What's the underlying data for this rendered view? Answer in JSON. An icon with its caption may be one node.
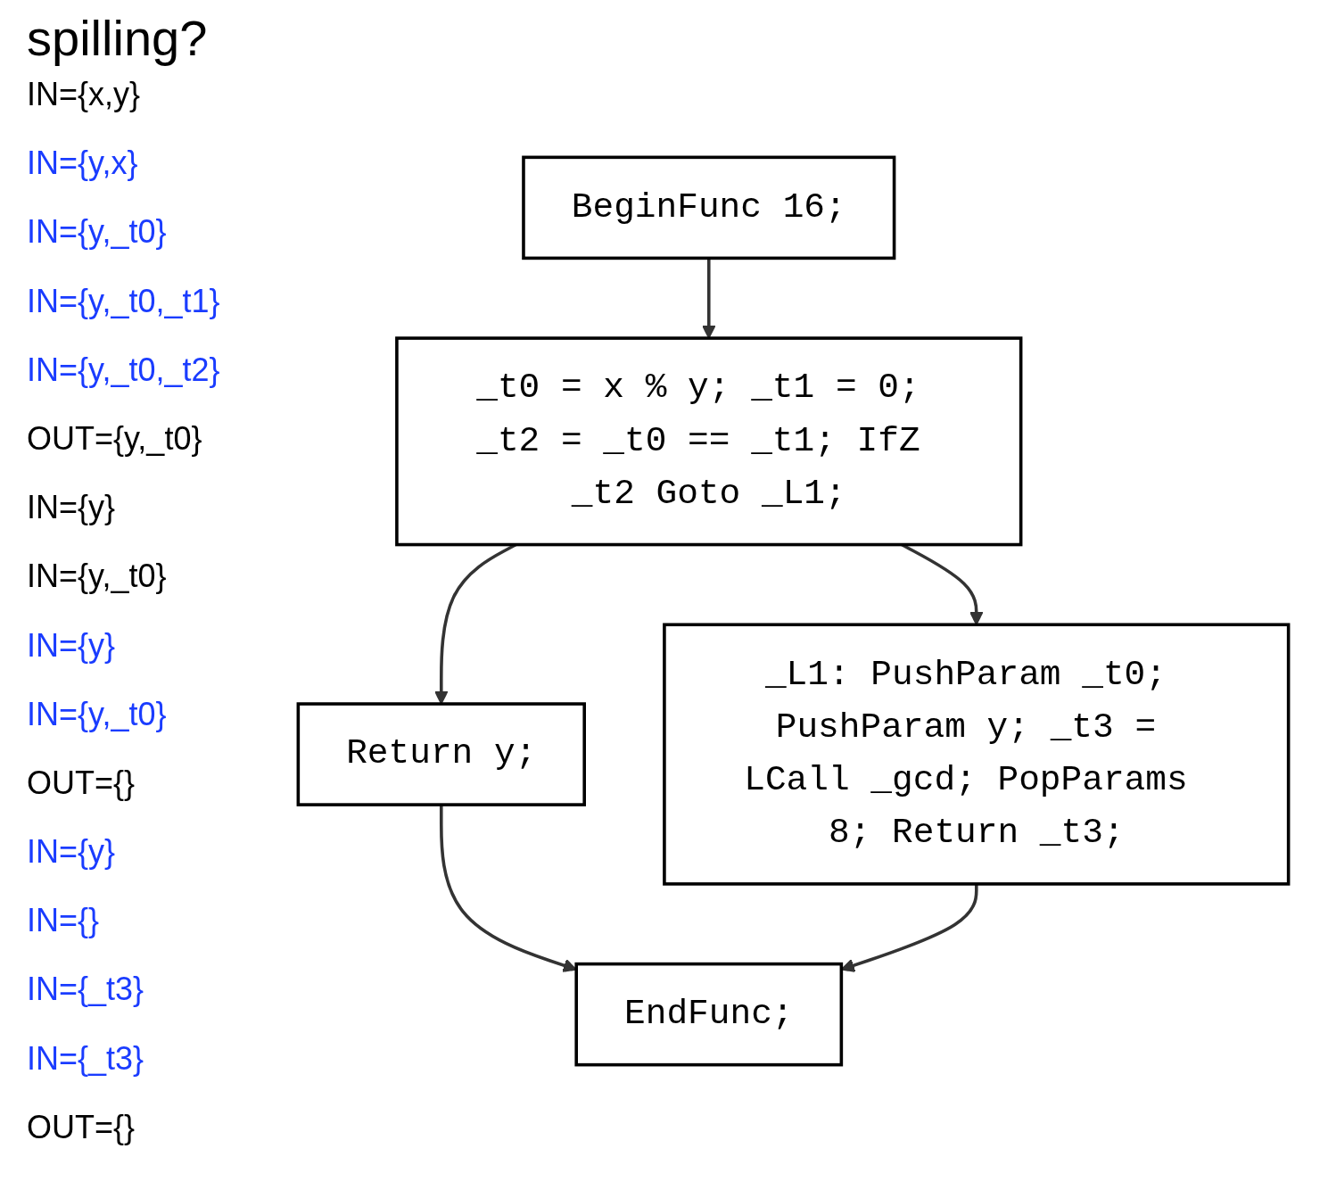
{
  "diagram": {
    "title": "spilling?",
    "nodes": [
      {
        "text": [
          "BeginFunc 16;"
        ]
      },
      {
        "text": [
          "_t0 = x % y; _t1 = 0; _t2 = _t0 == _t1; IfZ _t2 Goto _L1;"
        ]
      },
      {
        "text": [
          "Return y;"
        ]
      },
      {
        "text": [
          "_L1: PushParam _t0; PushParam y; _t3 = LCall _gcd; PopParams 8; Return _t3;"
        ]
      },
      {
        "text": [
          "EndFunc;"
        ]
      }
    ],
    "edges": [
      {
        "from": 0,
        "to": 1,
        "arrow": "to"
      },
      {
        "from": 1,
        "to": 2,
        "arrow": "to"
      },
      {
        "from": 1,
        "to": 3,
        "arrow": "to"
      },
      {
        "from": 2,
        "to": 4,
        "arrow": "to"
      },
      {
        "from": 3,
        "to": 4,
        "arrow": "to"
      }
    ],
    "labels": [
      "IN={x,y}",
      "IN={y,x}",
      "IN={y,_t0}",
      "IN={y,_t0,_t1}",
      "IN={y,_t0,_t2}",
      "OUT={y,_t0}",
      "IN={y}",
      "IN={y,_t0}",
      "IN={y}",
      "IN={y,_t0}",
      "OUT={}",
      "IN={y}",
      "IN={}",
      "IN={_t3}",
      "IN={_t3}",
      "OUT={}"
    ]
  }
}
